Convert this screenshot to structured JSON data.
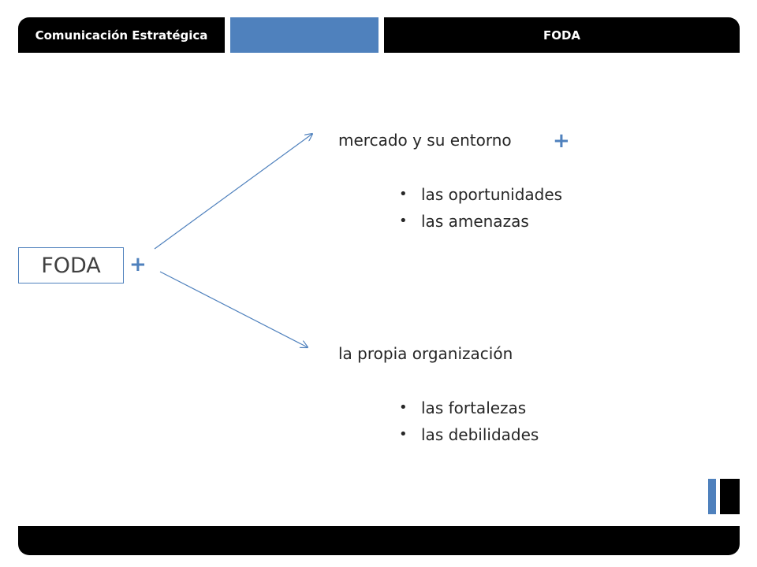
{
  "header": {
    "left_title": "Comunicación Estratégica",
    "right_title": "FODA"
  },
  "diagram": {
    "root_label": "FODA",
    "plus_symbol": "+",
    "branches": [
      {
        "heading": "mercado y su entorno",
        "items": [
          "las oportunidades",
          "las amenazas"
        ]
      },
      {
        "heading": "la propia organización",
        "items": [
          "las fortalezas",
          "las debilidades"
        ]
      }
    ]
  },
  "colors": {
    "accent": "#4f81bd",
    "bars": "#000000",
    "text": "#262626"
  }
}
